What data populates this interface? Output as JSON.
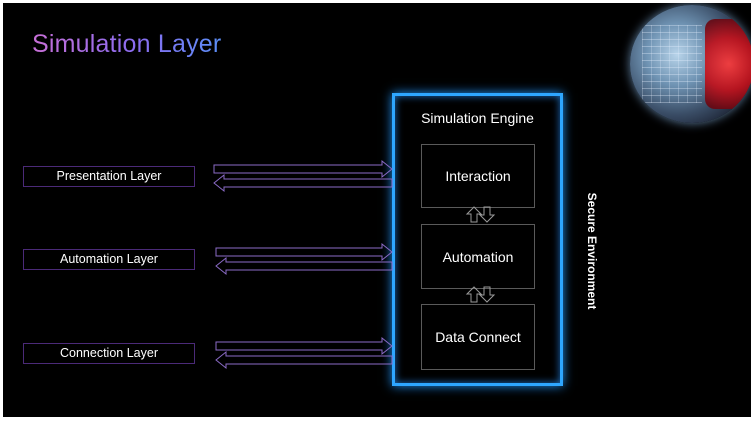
{
  "title": "Simulation Layer",
  "layers": [
    {
      "label": "Presentation Layer"
    },
    {
      "label": "Automation Layer"
    },
    {
      "label": "Connection Layer"
    }
  ],
  "engine": {
    "title": "Simulation Engine",
    "modules": [
      {
        "label": "Interaction"
      },
      {
        "label": "Automation"
      },
      {
        "label": "Data Connect"
      }
    ],
    "boundary_label": "Secure Environment"
  },
  "colors": {
    "background": "#000000",
    "title_gradient_start": "#c86fd6",
    "title_gradient_end": "#5b8ef7",
    "engine_border": "#2ea6ff",
    "layer_border": "#4b2a78",
    "arrow_stroke": "#8b6bc7"
  },
  "icons": {
    "decoration": "circuit-globe-image"
  }
}
